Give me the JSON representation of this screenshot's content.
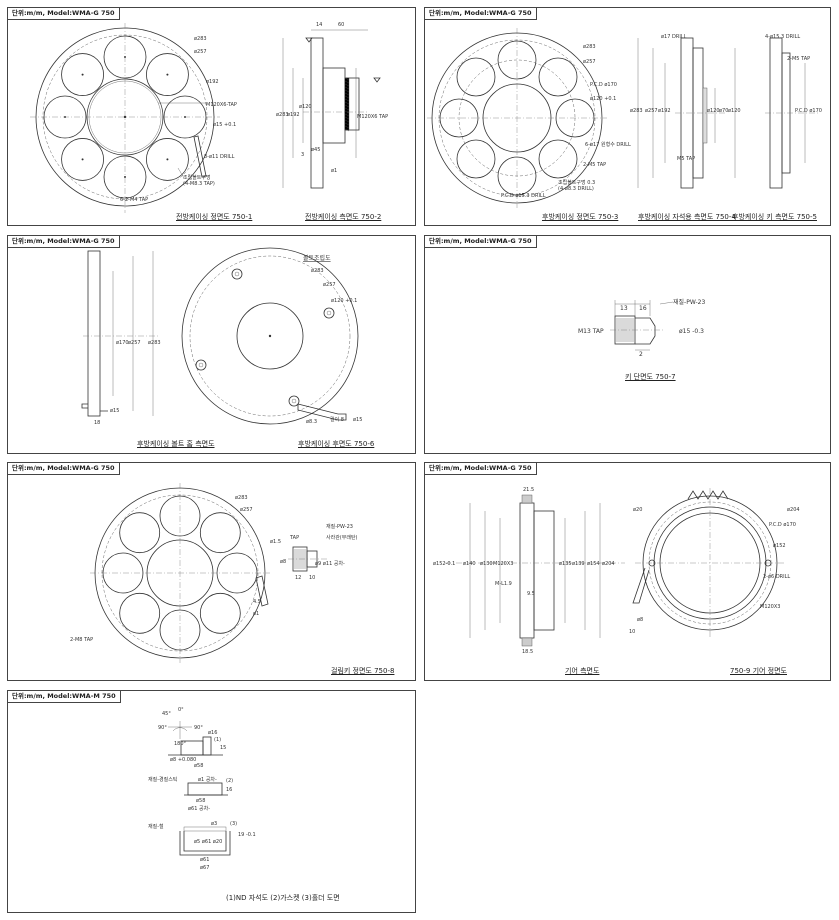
{
  "panels": [
    {
      "tag": "단위:m/m, Model:WMA-G 750",
      "captions": [
        "전방케이싱 정면도 750-1",
        "전방케이싱 측면도 750-2"
      ],
      "labels": {
        "d283": "ø283",
        "d257": "ø257",
        "d192": "ø192",
        "d120": "ø120",
        "m120tap": "M120X6-TAP",
        "d15": "ø15 +0.1",
        "drill": "8-ø11 DRILL",
        "boltnote1": "조립볼트구멍",
        "boltnote2": "(4-M8.3 TAP)",
        "m4tap": "6-2-M4 TAP",
        "side_14": "14",
        "side_60": "60",
        "side_d283": "ø283",
        "side_d192": "ø192",
        "side_d120": "ø120",
        "side_d45": "ø45",
        "side_m120": "M120X6 TAP",
        "side_3": "3",
        "side_d1": "ø1"
      }
    },
    {
      "tag": "단위:m/m, Model:WMA-G 750",
      "captions": [
        "후방케이싱 정면도 750-3",
        "후방케이싱 자석용 측면도 750-4",
        "후방케이싱 키 측면도 750-5"
      ],
      "labels": {
        "d283": "ø283",
        "d257": "ø257",
        "pcd": "P.C.D ø170",
        "d120": "ø120 +0.1",
        "drill": "6-ø17 원형수 DRILL",
        "m5tap": "2-M5 TAP",
        "pcd2": "P.C.D ø15.3 DRILL",
        "boltnote1": "조립볼트구멍 0.3",
        "boltnote2": "(4-ø8.3 DRILL)",
        "s4_drill": "ø17 DRILL",
        "s4_d283": "ø283",
        "s4_d257": "ø257",
        "s4_d192": "ø192",
        "s4_d120": "ø120",
        "s4_d70": "ø70",
        "s4_tap": "M5 TAP",
        "s5_drill": "4-ø15.3 DRILL",
        "s5_tap": "2-M5 TAP",
        "s5_d120": "ø120",
        "s5_pcd": "P.C.D ø170"
      }
    },
    {
      "tag": "단위:m/m, Model:WMA-G 750",
      "captions": [
        "후방케이싱 볼트 홈 측면도",
        "후방케이싱 후면도 750-6"
      ],
      "labels": {
        "title": "볼트조립도",
        "d283": "ø283",
        "d257": "ø257",
        "d120": "ø120 +0.1",
        "s_d170": "ø170",
        "s_d257": "ø257",
        "s_d283": "ø283",
        "s_d15": "ø15",
        "s_18": "18",
        "b_d83": "ø8.3",
        "b_len": "길이 8",
        "b_d15": "ø15"
      }
    },
    {
      "tag": "단위:m/m, Model:WMA-G 750",
      "captions": [
        "키 단면도 750-7"
      ],
      "labels": {
        "d13": "13",
        "d16": "16",
        "mat": "재질-PW-23",
        "tap": "M13 TAP",
        "d15": "ø15 -0.3",
        "d2": "2"
      }
    },
    {
      "tag": "단위:m/m, Model:WMA-G 750",
      "captions": [
        "걸림키 정면도 750-8"
      ],
      "labels": {
        "d283": "ø283",
        "d257": "ø257",
        "m8tap": "2-M8 TAP",
        "r45": "4.5",
        "d1": "ø1",
        "d15": "ø1.5",
        "tap": "TAP",
        "mat": "재질-PW-23",
        "mat2": "사라관(무래탄)",
        "d8": "ø8",
        "d9": "ø9 ø11 공차-",
        "d12": "12",
        "d10": "10"
      }
    },
    {
      "tag": "단위:m/m, Model:WMA-G 750",
      "captions": [
        "기어 측면도",
        "750-9 기어 정면도"
      ],
      "labels": {
        "d21": "21.5",
        "l1": "ø152-0.1",
        "l2": "ø140",
        "l3": "ø130",
        "l4": "M120X3",
        "l5": "ø135",
        "l6": "ø139",
        "l7": "ø154",
        "l8": "ø204",
        "ml": "M-L1.9",
        "d95": "9.5",
        "d185": "18.5",
        "f_d20": "ø20",
        "f_d204": "ø204",
        "f_pcd": "P.C.D ø170",
        "f_d152": "ø152",
        "f_drill": "2-ø6 DRILL",
        "f_m120": "M120X3",
        "f_d8": "ø8",
        "f_10": "10"
      }
    },
    {
      "tag": "단위:m/m, Model:WMA-M 750",
      "captions": [
        "(1)ND 자석도 (2)가스켓 (3)홀더 도면"
      ],
      "labels": {
        "a45": "45°",
        "a0": "0°",
        "a90l": "90°",
        "a90r": "90°",
        "a180": "180°",
        "d16": "ø16",
        "d1": "(1)",
        "d15": "15",
        "d8": "ø8 +0.080",
        "d58": "ø58",
        "mat2": "재질-경질스틱",
        "d1tol": "ø1 공차-",
        "n2": "(2)",
        "g16": "16",
        "g58": "ø58",
        "g61": "ø61 공차-",
        "mat3": "재질-철",
        "h3": "ø3",
        "n3": "(3)",
        "h19": "19 -0.1",
        "h_d5": "ø5 ø61 ø20",
        "h61": "ø61",
        "h67": "ø67"
      }
    }
  ]
}
